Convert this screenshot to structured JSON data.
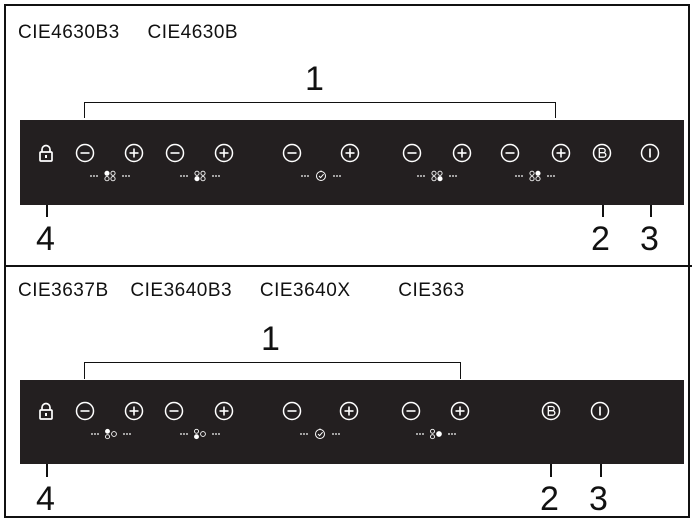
{
  "sections": [
    {
      "models": [
        "CIE4630B3",
        "CIE4630B"
      ],
      "callouts": {
        "zones": "1",
        "booster": "2",
        "power": "3",
        "lock": "4"
      },
      "zone_indicators": [
        "zone-rear-left-icon",
        "zone-front-left-icon",
        "timer-icon",
        "zone-front-right-icon",
        "zone-rear-right-icon"
      ]
    },
    {
      "models": [
        "CIE3637B",
        "CIE3640B3",
        "CIE3640X",
        "CIE363"
      ],
      "callouts": {
        "zones": "1",
        "booster": "2",
        "power": "3",
        "lock": "4"
      },
      "zone_indicators": [
        "zone-left-icon",
        "zone-center-left-icon",
        "timer-icon",
        "zone-right-icon"
      ]
    }
  ],
  "colors": {
    "panel": "#231f20",
    "panel_symbols": "#ffffff",
    "lines": "#111111"
  }
}
